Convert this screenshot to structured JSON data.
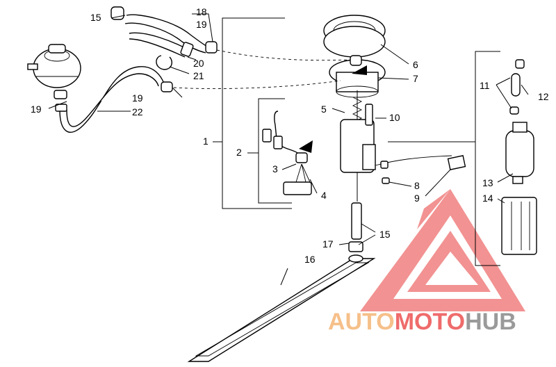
{
  "diagram": {
    "callouts": [
      {
        "id": "c1",
        "text": "1"
      },
      {
        "id": "c2",
        "text": "2"
      },
      {
        "id": "c3",
        "text": "3"
      },
      {
        "id": "c4",
        "text": "4"
      },
      {
        "id": "c5",
        "text": "5"
      },
      {
        "id": "c6",
        "text": "6"
      },
      {
        "id": "c7",
        "text": "7"
      },
      {
        "id": "c8",
        "text": "8"
      },
      {
        "id": "c9",
        "text": "9"
      },
      {
        "id": "c10",
        "text": "10"
      },
      {
        "id": "c11",
        "text": "11"
      },
      {
        "id": "c12",
        "text": "12"
      },
      {
        "id": "c13",
        "text": "13"
      },
      {
        "id": "c14",
        "text": "14"
      },
      {
        "id": "c15a",
        "text": "15"
      },
      {
        "id": "c15b",
        "text": "15"
      },
      {
        "id": "c16",
        "text": "16"
      },
      {
        "id": "c17",
        "text": "17"
      },
      {
        "id": "c18",
        "text": "18"
      },
      {
        "id": "c19a",
        "text": "19"
      },
      {
        "id": "c19b",
        "text": "19"
      },
      {
        "id": "c19c",
        "text": "19"
      },
      {
        "id": "c20",
        "text": "20"
      },
      {
        "id": "c21",
        "text": "21"
      },
      {
        "id": "c22",
        "text": "22"
      }
    ]
  },
  "watermark": {
    "part1": "AUTO",
    "part2": "MOTO",
    "part3": "HUB",
    "color_light": "#f6c08a",
    "color_red": "#ef6b6b",
    "color_grey": "#9a9a9a"
  }
}
